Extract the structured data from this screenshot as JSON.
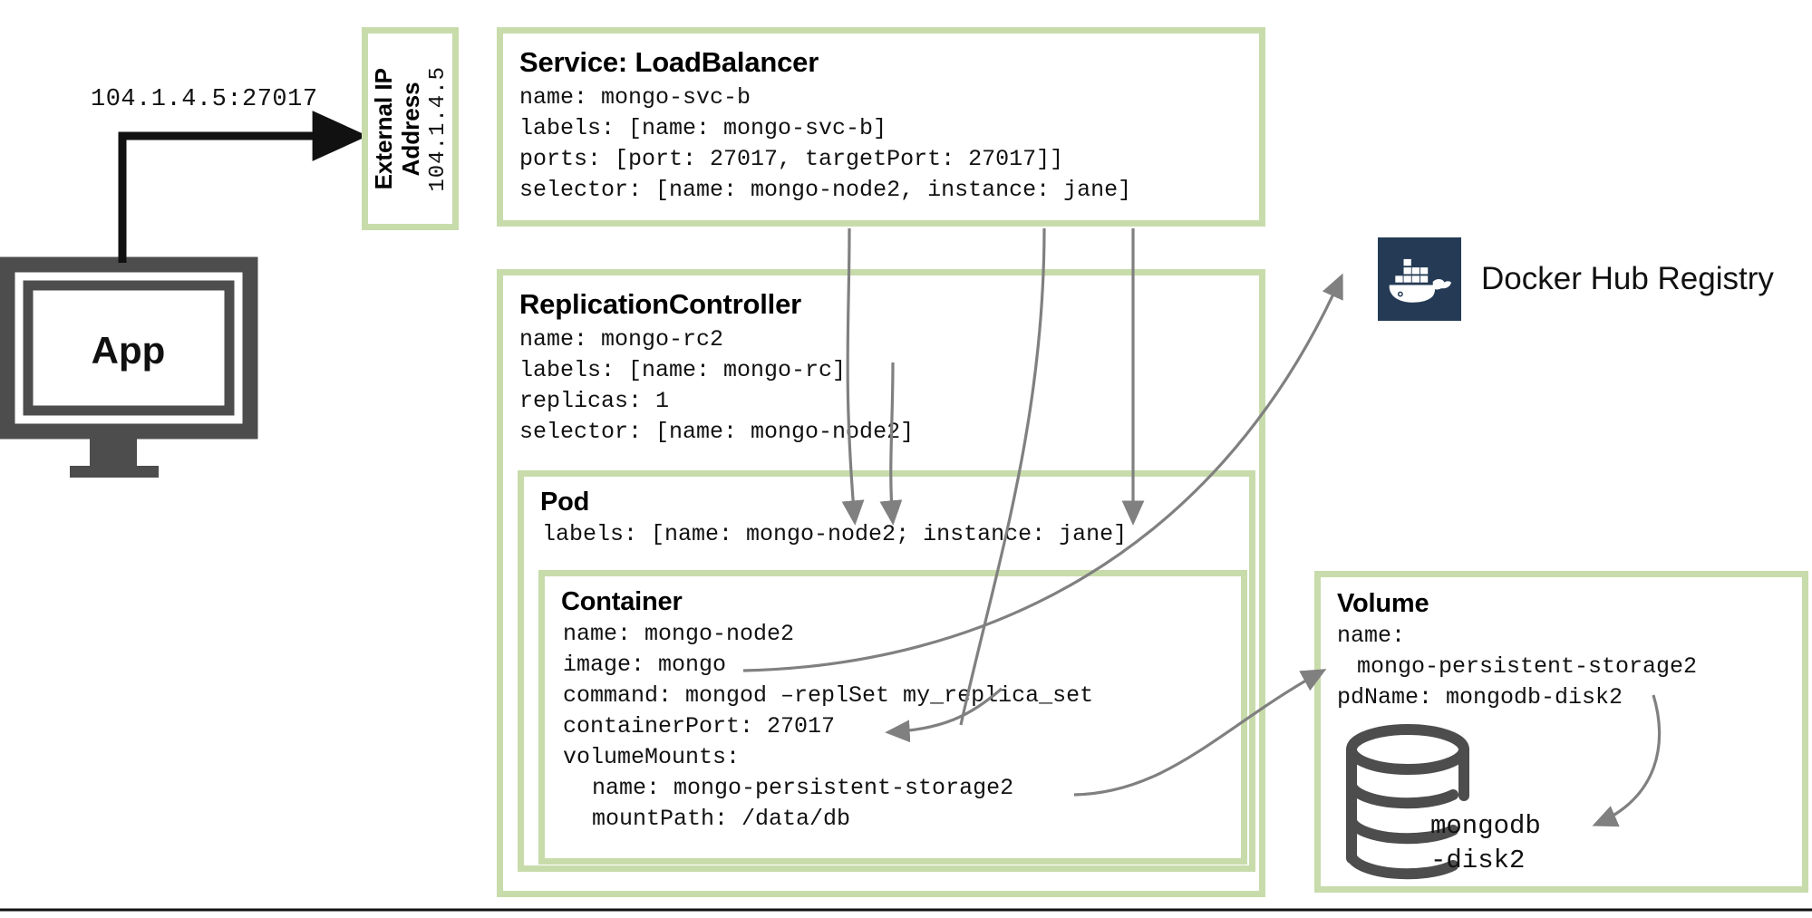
{
  "diagram": {
    "title": "Kubernetes MongoDB Replica Set Architecture",
    "accent_green": "#c8dcab",
    "arrow_gray": "#808080",
    "docker_navy": "#253b55",
    "monitor_gray": "#4d4d4d"
  },
  "client": {
    "app_label": "App",
    "ip_callout": "104.1.4.5:27017"
  },
  "external_ip": {
    "label": "External IP\nAddress",
    "value": "104.1.4.5"
  },
  "service": {
    "title": "Service: LoadBalancer",
    "lines": [
      "name: mongo-svc-b",
      "labels: [name: mongo-svc-b]",
      "ports: [port: 27017, targetPort: 27017]]",
      "selector: [name: mongo-node2, instance: jane]"
    ]
  },
  "replication_controller": {
    "title": "ReplicationController",
    "lines": [
      "name: mongo-rc2",
      "labels: [name: mongo-rc]",
      "replicas: 1",
      "selector: [name: mongo-node2]"
    ]
  },
  "pod": {
    "title": "Pod",
    "lines": [
      "labels: [name: mongo-node2; instance: jane]"
    ]
  },
  "container": {
    "title": "Container",
    "lines": [
      {
        "text": "name: mongo-node2",
        "indent": false
      },
      {
        "text": "image: mongo",
        "indent": false
      },
      {
        "text": "command: mongod –replSet my_replica_set",
        "indent": false
      },
      {
        "text": "containerPort: 27017",
        "indent": false
      },
      {
        "text": "volumeMounts:",
        "indent": false
      },
      {
        "text": "name: mongo-persistent-storage2",
        "indent": true
      },
      {
        "text": "mountPath: /data/db",
        "indent": true
      }
    ]
  },
  "volume": {
    "title": "Volume",
    "lines": [
      {
        "text": "name:",
        "indent": false
      },
      {
        "text": "mongo-persistent-storage2",
        "indent": true
      },
      {
        "text": "pdName: mongodb-disk2",
        "indent": false
      }
    ],
    "disk_label": "mongodb\n-disk2"
  },
  "registry": {
    "label": "Docker Hub Registry",
    "icon": "docker-whale-icon"
  }
}
